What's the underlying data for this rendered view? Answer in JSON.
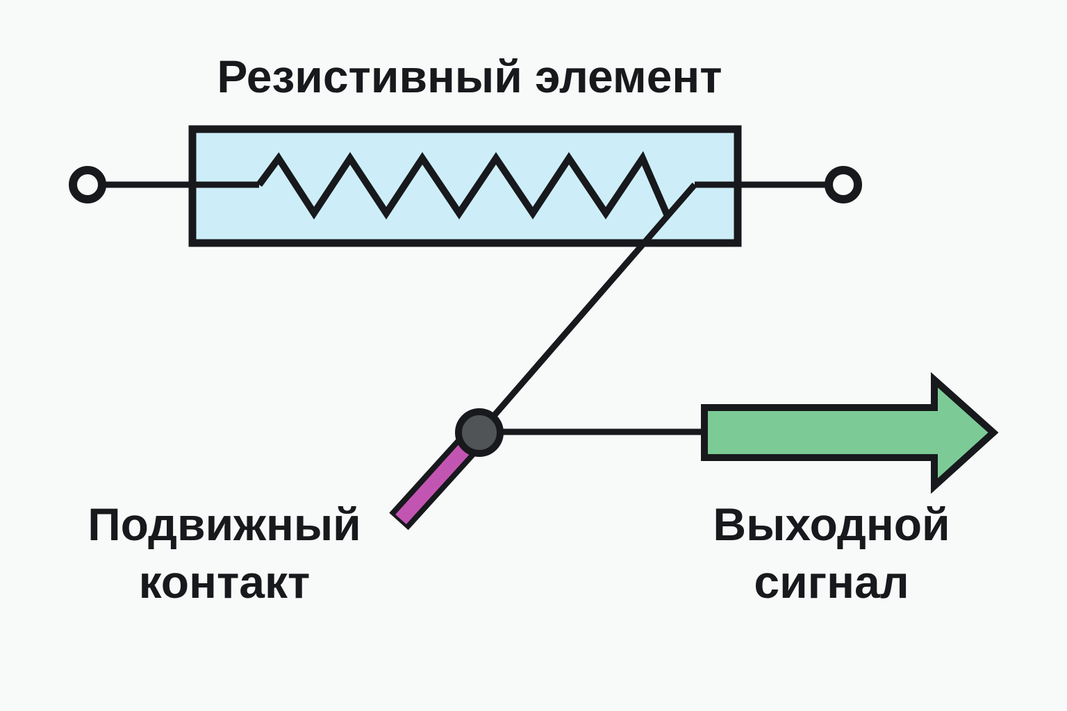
{
  "title": "Резистивный элемент",
  "labels": {
    "wiper_contact": {
      "line1": "Подвижный",
      "line2": "контакт"
    },
    "output_signal": {
      "line1": "Выходной",
      "line2": "сигнал"
    }
  },
  "colors": {
    "background": "#f8f9f9",
    "line_ink": "#17191c",
    "resistive_element_fill": "#cdeef9",
    "output_arrow_fill": "#7ccb97",
    "wiper_handle_fill": "#c355b2",
    "wiper_contact_fill": "#515456",
    "terminal_fill": "#f8f9f9"
  }
}
